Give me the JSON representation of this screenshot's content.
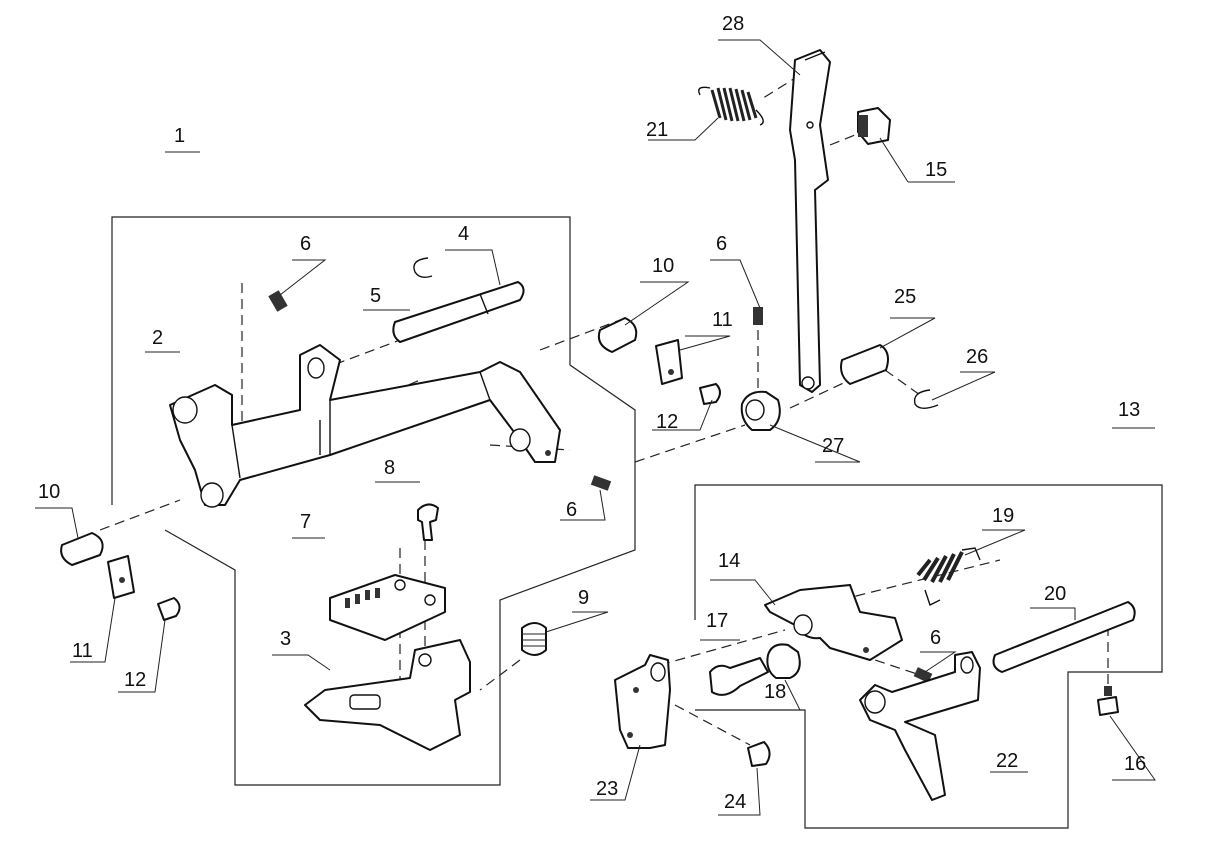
{
  "labels": {
    "l1": "1",
    "l2": "2",
    "l3": "3",
    "l4": "4",
    "l5": "5",
    "l6a": "6",
    "l6b": "6",
    "l6c": "6",
    "l6d": "6",
    "l7": "7",
    "l8": "8",
    "l9": "9",
    "l10a": "10",
    "l10b": "10",
    "l11a": "11",
    "l11b": "11",
    "l12a": "12",
    "l12b": "12",
    "l13": "13",
    "l14": "14",
    "l15": "15",
    "l16": "16",
    "l17": "17",
    "l18": "18",
    "l19": "19",
    "l20": "20",
    "l21": "21",
    "l22": "22",
    "l23": "23",
    "l24": "24",
    "l25": "25",
    "l26": "26",
    "l27": "27",
    "l28": "28"
  }
}
